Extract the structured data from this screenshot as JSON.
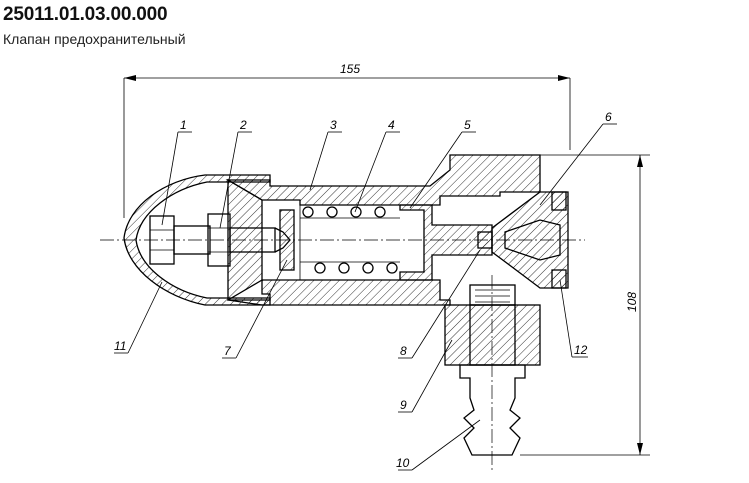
{
  "drawing": {
    "code": "25011.01.03.00.000",
    "name": "Клапан предохранительный"
  },
  "dimensions": {
    "overall_length": "155",
    "overall_height": "108"
  },
  "part_labels": [
    "1",
    "2",
    "3",
    "4",
    "5",
    "6",
    "7",
    "8",
    "9",
    "10",
    "11",
    "12"
  ]
}
